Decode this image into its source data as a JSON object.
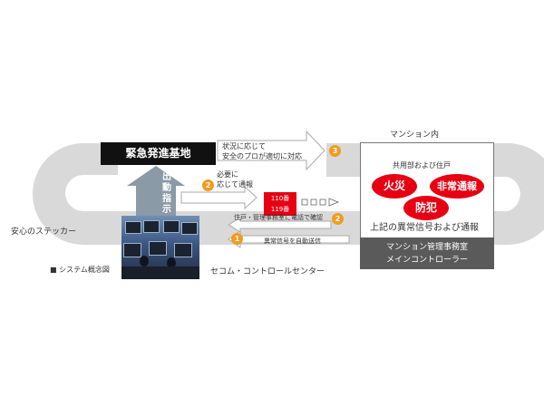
{
  "hq": "緊急発進基地",
  "dispatch_label": "出動指示",
  "step3": {
    "line1": "状況に応じて",
    "line2": "安全のプロが適切に対応"
  },
  "step2": {
    "line1": "必要に",
    "line2": "応じて通報"
  },
  "badges": {
    "b1": "1",
    "b2": "2",
    "b3": "3"
  },
  "police": {
    "line1": "110番",
    "line2": "119番"
  },
  "confirm_label": "住戸・管理事務室に電話で確認",
  "autosend_label": "異常信号を自動送信",
  "sticker": "安心のステッカー",
  "concept": "■ システム概念図",
  "control_center": "セコム・コントロールセンター",
  "mansion": {
    "label": "マンション内",
    "common": "共用部および住戸",
    "fire": "火災",
    "emergency": "非常通報",
    "crime": "防犯",
    "signal": "上記の異常信号および通報",
    "ctrl1": "マンション管理事務室",
    "ctrl2": "メインコントローラー"
  }
}
